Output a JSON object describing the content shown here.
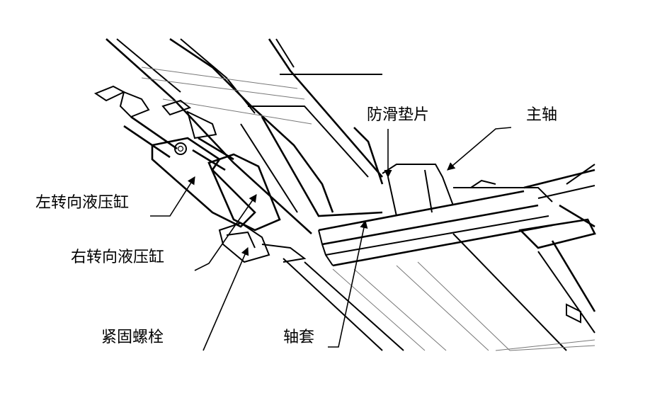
{
  "labels": {
    "anti_slip_pad": "防滑垫片",
    "main_shaft": "主轴",
    "left_steering_cylinder": "左转向液压缸",
    "right_steering_cylinder": "右转向液压缸",
    "fastening_bolt": "紧固螺栓",
    "shaft_sleeve": "轴套"
  }
}
